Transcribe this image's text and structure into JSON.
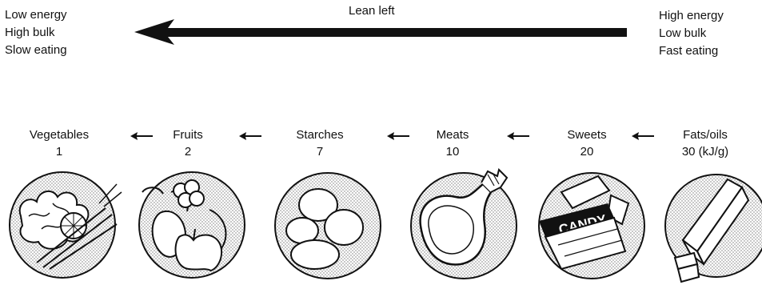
{
  "top": {
    "left_lines": [
      "Low energy",
      "High bulk",
      "Slow eating"
    ],
    "right_lines": [
      "High energy",
      "Low bulk",
      "Fast eating"
    ],
    "arrow_label": "Lean left"
  },
  "categories": [
    {
      "name": "Vegetables",
      "value": "1"
    },
    {
      "name": "Fruits",
      "value": "2"
    },
    {
      "name": "Starches",
      "value": "7"
    },
    {
      "name": "Meats",
      "value": "10"
    },
    {
      "name": "Sweets",
      "value": "20"
    },
    {
      "name": "Fats/oils",
      "value": "30 (kJ/g)"
    }
  ],
  "plate_labels": {
    "candy": "CANDY"
  }
}
